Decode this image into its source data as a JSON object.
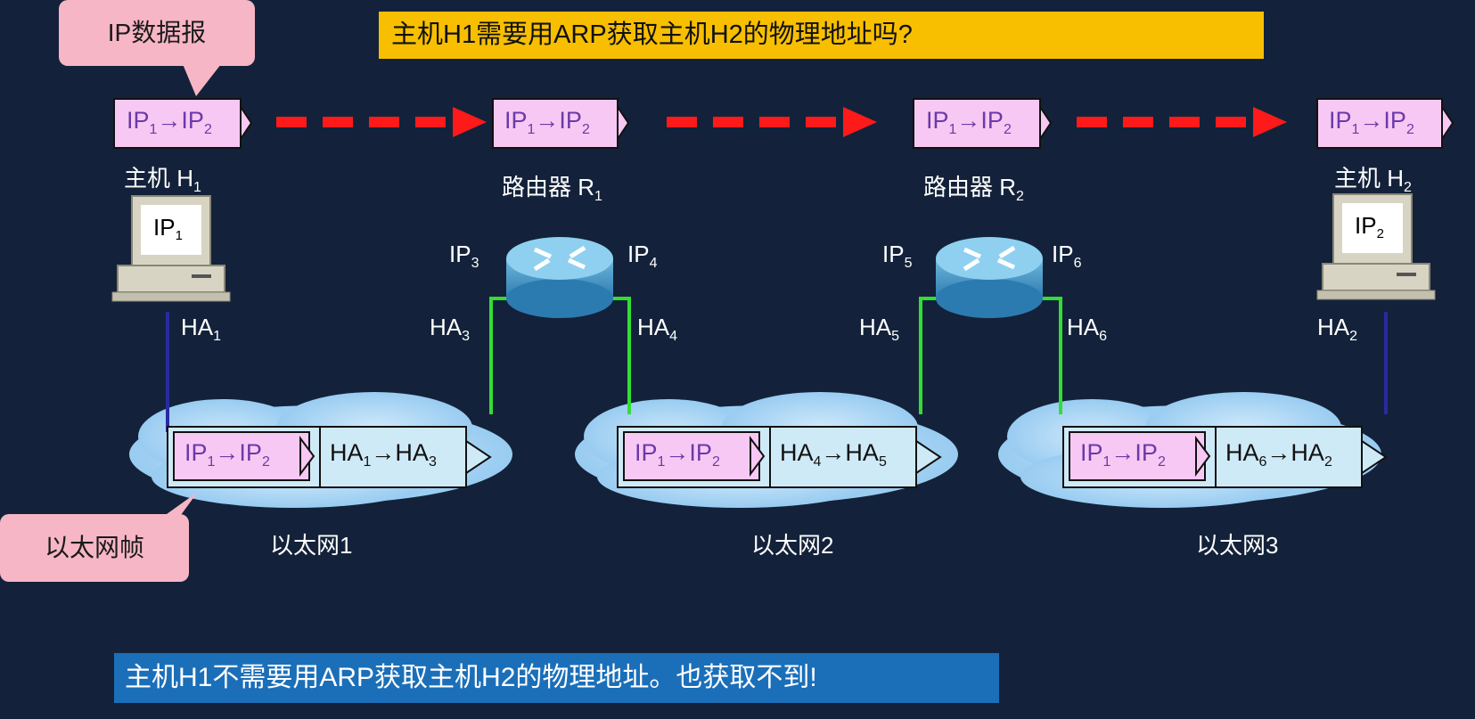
{
  "question": "主机H1需要用ARP获取主机H2的物理地址吗?",
  "answer": "主机H1不需要用ARP获取主机H2的物理地址。也获取不到!",
  "callouts": {
    "ip_datagram": "IP数据报",
    "ethernet_frame": "以太网帧"
  },
  "datagram": {
    "src": "IP",
    "src_sub": "1",
    "arrow": "→",
    "dst": "IP",
    "dst_sub": "2"
  },
  "nodes": {
    "h1": {
      "name": "主机 H",
      "sub": "1",
      "ip": "IP",
      "ip_sub": "1",
      "ha": "HA",
      "ha_sub": "1"
    },
    "r1": {
      "name": "路由器 R",
      "sub": "1",
      "ip_left": "IP",
      "ip_left_sub": "3",
      "ip_right": "IP",
      "ip_right_sub": "4",
      "ha_left": "HA",
      "ha_left_sub": "3",
      "ha_right": "HA",
      "ha_right_sub": "4"
    },
    "r2": {
      "name": "路由器 R",
      "sub": "2",
      "ip_left": "IP",
      "ip_left_sub": "5",
      "ip_right": "IP",
      "ip_right_sub": "6",
      "ha_left": "HA",
      "ha_left_sub": "5",
      "ha_right": "HA",
      "ha_right_sub": "6"
    },
    "h2": {
      "name": "主机 H",
      "sub": "2",
      "ip": "IP",
      "ip_sub": "2",
      "ha": "HA",
      "ha_sub": "2"
    }
  },
  "networks": [
    {
      "name": "以太网1",
      "frame_src": "HA",
      "frame_src_sub": "1",
      "frame_dst": "HA",
      "frame_dst_sub": "3"
    },
    {
      "name": "以太网2",
      "frame_src": "HA",
      "frame_src_sub": "4",
      "frame_dst": "HA",
      "frame_dst_sub": "5"
    },
    {
      "name": "以太网3",
      "frame_src": "HA",
      "frame_src_sub": "6",
      "frame_dst": "HA",
      "frame_dst_sub": "2"
    }
  ],
  "colors": {
    "background": "#13223a",
    "question_bg": "#f8bf00",
    "answer_bg": "#1b6fb9",
    "callout_bg": "#f7b6c6",
    "dashed_arrow": "#ff1a1a",
    "link_green": "#33dd33",
    "link_blue": "#2a2aa0"
  }
}
